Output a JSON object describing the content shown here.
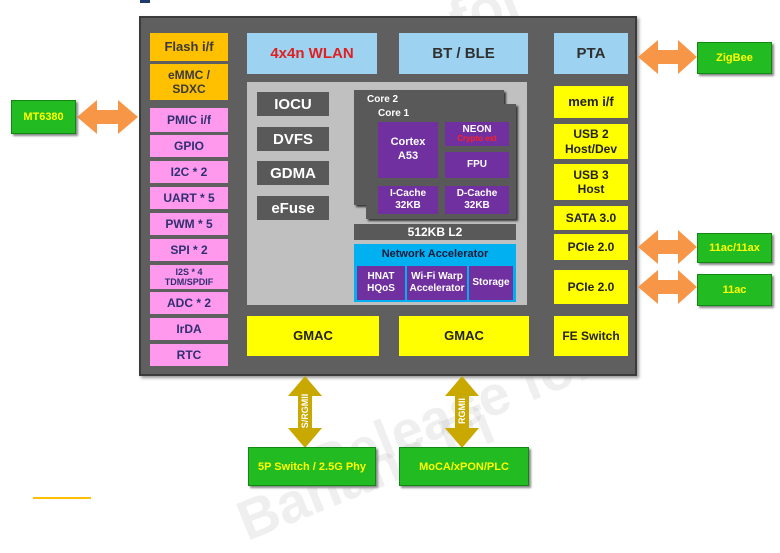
{
  "diagram": {
    "chip_left": [
      "Flash i/f",
      "eMMC /\nSDXC",
      "PMIC i/f",
      "GPIO",
      "I2C * 2",
      "UART * 5",
      "PWM * 5",
      "SPI * 2",
      "I2S * 4\nTDM/SPDIF",
      "ADC * 2",
      "IrDA",
      "RTC"
    ],
    "top_blocks": {
      "wlan": "4x4n WLAN",
      "bt": "BT / BLE",
      "pta": "PTA"
    },
    "right": {
      "mem": "mem i/f",
      "usb2": "USB 2\nHost/Dev",
      "usb3": "USB 3\nHost",
      "sata": "SATA 3.0",
      "pcie1": "PCIe 2.0",
      "pcie2": "PCIe 2.0",
      "fe": "FE Switch"
    },
    "engines": [
      "IOCU",
      "DVFS",
      "GDMA",
      "eFuse"
    ],
    "cpu": {
      "core2": "Core 2",
      "core1": "Core 1",
      "cortex": "Cortex\nA53",
      "neon": "NEON",
      "crypto": "Crypto ext",
      "fpu": "FPU",
      "icache": "I-Cache\n32KB",
      "dcache": "D-Cache\n32KB"
    },
    "l2": "512KB L2",
    "accel": {
      "title": "Network Accelerator",
      "hnat": "HNAT\nHQoS",
      "wifi": "Wi-Fi Warp\nAccelerator",
      "storage": "Storage"
    },
    "gmac1": "GMAC",
    "gmac2": "GMAC",
    "external": {
      "mt6380": "MT6380",
      "zigbee": "ZigBee",
      "ax": "11ac/11ax",
      "ac": "11ac",
      "switch": "5P Switch / 2.5G Phy",
      "moca": "MoCA/xPON/PLC"
    },
    "links": {
      "sr": "S/RGMII",
      "rgmii": "RGMII"
    },
    "watermark": [
      "Release for",
      "Banana Pi"
    ],
    "colors": {
      "arrow_orange": "#f79646",
      "arrow_gold": "#c9a800",
      "chip": "#5f5f5f",
      "green": "#22bb22"
    }
  }
}
